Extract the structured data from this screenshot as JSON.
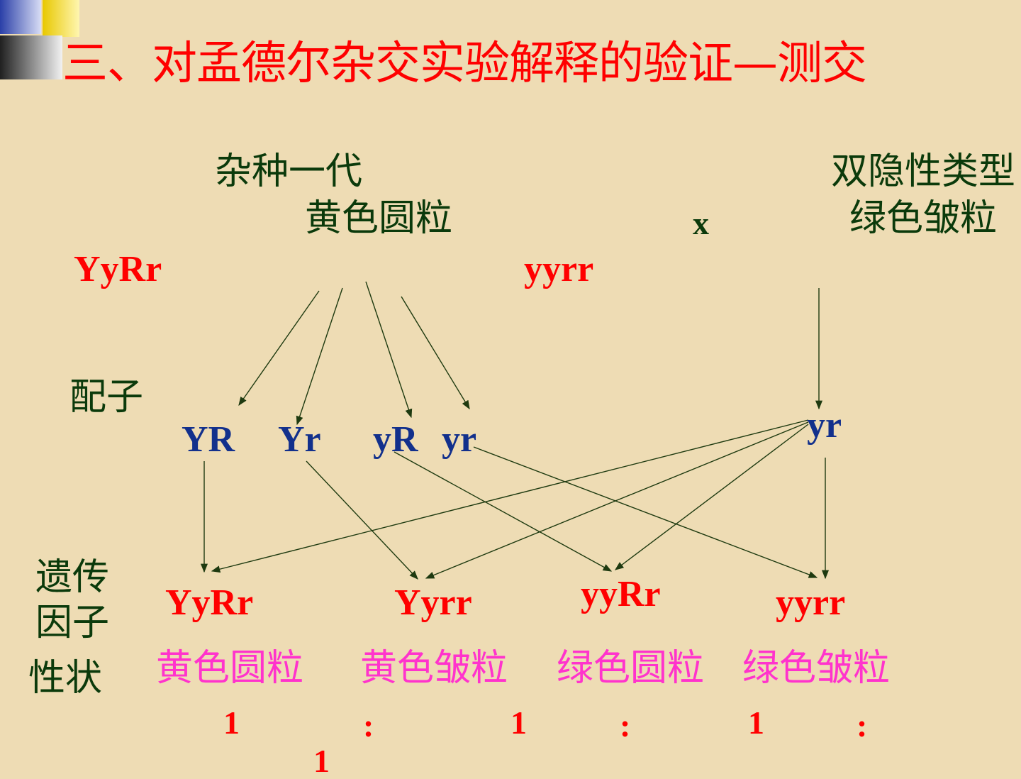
{
  "slide": {
    "title": "三、对孟德尔杂交实验解释的验证—测交",
    "parent_left_label": "杂种一代",
    "parent_left_phenotype": "黄色圆粒",
    "cross_symbol": "x",
    "parent_right_label": "双隐性类型",
    "parent_right_phenotype": "绿色皱粒",
    "parent_left_genotype": "YyRr",
    "parent_right_genotype": "yyrr",
    "gamete_label": "配子",
    "gametes_left": [
      "YR",
      "Yr",
      "yR",
      "yr"
    ],
    "gamete_right": "yr",
    "offspring_label_line1": "遗传",
    "offspring_label_line2": "因子",
    "trait_label": "性状",
    "offspring_genotypes": [
      "YyRr",
      "Yyrr",
      "yyRr",
      "yyrr"
    ],
    "offspring_phenotypes": [
      "黄色圆粒",
      "黄色皱粒",
      "绿色圆粒",
      "绿色皱粒"
    ],
    "ratio_numbers": [
      "1",
      "1",
      "1",
      "1"
    ],
    "ratio_separator": ":"
  },
  "colors": {
    "title": "#FF0000",
    "genotype": "#FF0000",
    "label": "#0B3A0B",
    "gamete": "#12308C",
    "phenotype": "#FF33CC",
    "background": "#EEDCB4",
    "arrow": "#1E3A10"
  }
}
